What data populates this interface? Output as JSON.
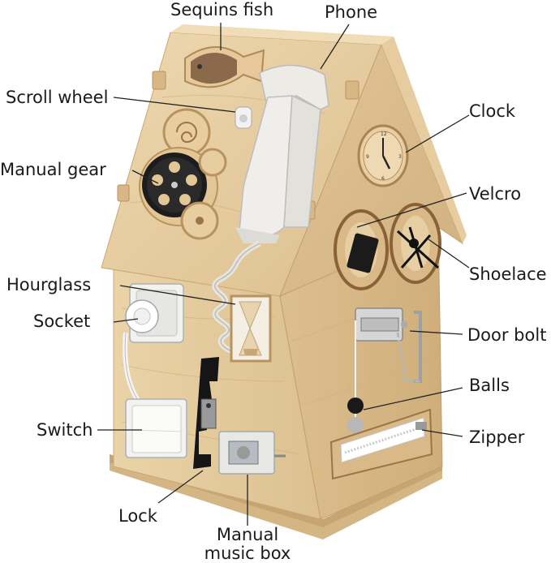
{
  "labels": {
    "sequins_fish": "Sequins fish",
    "phone": "Phone",
    "scroll_wheel": "Scroll wheel",
    "clock": "Clock",
    "manual_gear": "Manual gear",
    "velcro": "Velcro",
    "shoelace": "Shoelace",
    "hourglass": "Hourglass",
    "socket": "Socket",
    "door_bolt": "Door bolt",
    "balls": "Balls",
    "switch": "Switch",
    "zipper": "Zipper",
    "lock": "Lock",
    "music_box_line1": "Manual",
    "music_box_line2": "music box"
  },
  "colors": {
    "wood_light": "#e8cfa3",
    "wood_mid": "#d9b987",
    "wood_dark": "#c39e6b",
    "phone_white": "#ecebe6",
    "gear_black": "#1c1c1c",
    "leader_line": "#222222"
  }
}
